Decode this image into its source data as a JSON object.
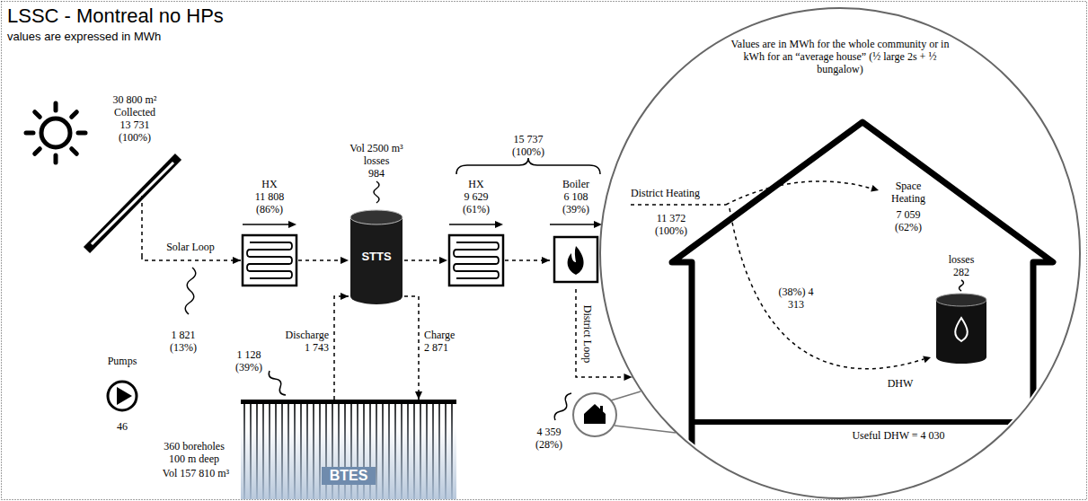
{
  "diagram": {
    "title": "LSSC - Montreal no HPs",
    "nodes": [
      {
        "text": [
          "30 800 m²",
          "Collected 13 731 (100%)"
        ]
      },
      {
        "text": [
          "HX",
          "11 808 (86%)"
        ]
      },
      {
        "text": [
          "STTS"
        ]
      },
      {
        "text": [
          "HX",
          "9 629 (61%)"
        ]
      },
      {
        "text": [
          "Boiler",
          "6 108 (39%)"
        ]
      },
      {
        "text": [
          "Pumps",
          "46"
        ]
      },
      {
        "text": [
          "360 boreholes 100 m deep",
          "Vol 157 810 m³",
          "BTES"
        ]
      },
      {
        "text": [
          "Values are in MWh for the whole community or in kWh for an “average house” (½ large 2s + ½ bungalow)"
        ]
      },
      {
        "text": [
          "Space Heating",
          "7 059 (62%)"
        ],
        "in": 7
      },
      {
        "text": [
          "losses 282"
        ],
        "in": 8
      }
    ],
    "edges": [
      {
        "from": 0,
        "to": 1,
        "arrow": "to",
        "label": "Solar Loop"
      },
      {
        "from": 1,
        "to": 2,
        "arrow": "to"
      },
      {
        "from": 2,
        "to": 3,
        "arrow": "to"
      },
      {
        "from": 3,
        "to": 4,
        "arrow": "to"
      },
      {
        "from": 6,
        "to": 2,
        "arrow": "to",
        "label": "Discharge 1 743"
      },
      {
        "from": 2,
        "to": 6,
        "arrow": "to",
        "label": "Charge 2 871"
      },
      {
        "from": 4,
        "to": 7,
        "arrow": "to",
        "label": "District Loop"
      }
    ],
    "labels": [
      "values are expressed in MWh",
      "Vol 2500 m³",
      "losses 984",
      "15 737 (100%)",
      "1 821 (13%)",
      "1 128 (39%)",
      "4 359 (28%)",
      "District Heating",
      "11 372 (100%)",
      "(38%) 4 313",
      "DHW",
      "Useful DHW = 4 030"
    ]
  }
}
